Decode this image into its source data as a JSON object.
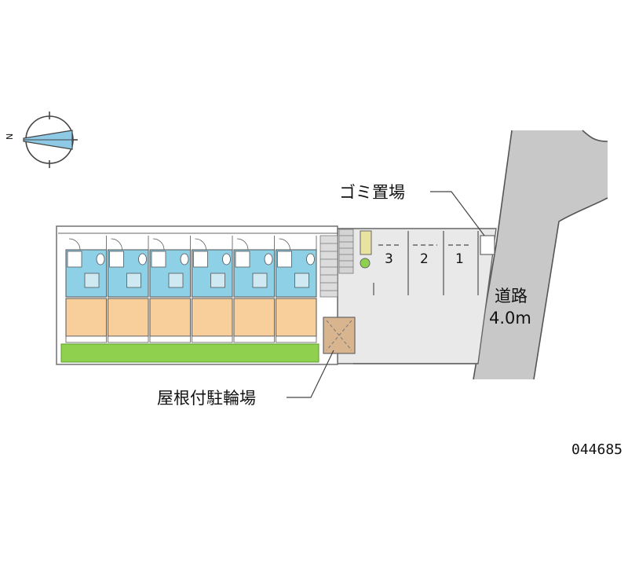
{
  "labels": {
    "garbage_area": "ゴミ置場",
    "road_name": "道路",
    "road_width": "4.0m",
    "bicycle_parking": "屋根付駐輪場",
    "property_id": "044685"
  },
  "compass": {
    "north_letter": "N"
  },
  "parking": {
    "stalls": [
      "3",
      "2",
      "1"
    ]
  },
  "building": {
    "unit_count": 6
  },
  "colors": {
    "road": "#c8c8c8",
    "lot": "#e9e9e9",
    "room": "#f8cf9b",
    "bath": "#8ed0e6",
    "lawn": "#8fd14f",
    "bike_shed": "#d8b48f",
    "outline": "#555555",
    "compass_blue": "#8ec9e6"
  }
}
